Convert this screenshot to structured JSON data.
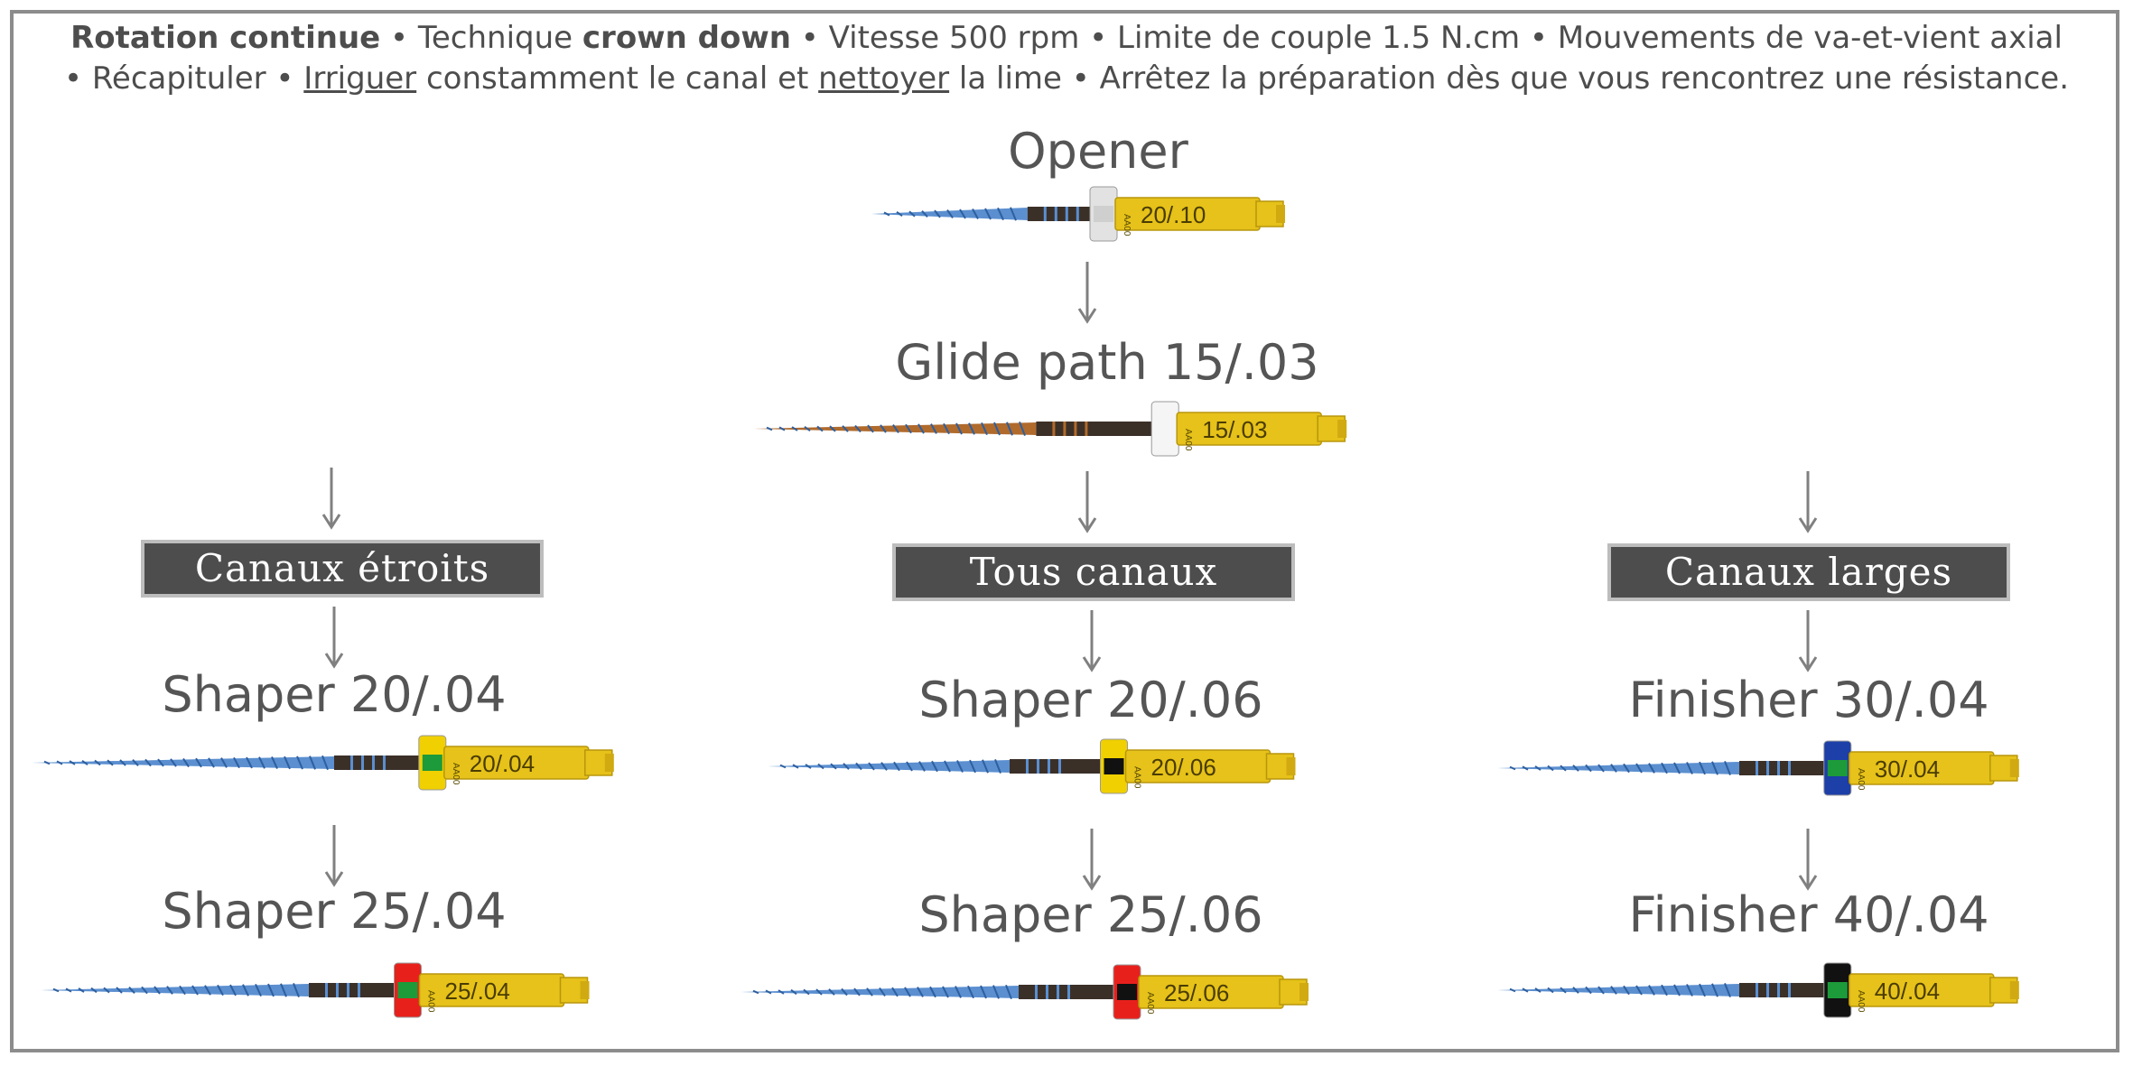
{
  "header": {
    "line1": [
      {
        "text": "Rotation continue",
        "bold": true
      },
      {
        "text": " • Technique "
      },
      {
        "text": "crown down",
        "bold": true
      },
      {
        "text": " • Vitesse 500 rpm • Limite de couple 1.5 N.cm • Mouvements de va-et-vient axial"
      }
    ],
    "line2": [
      {
        "text": "• Récapituler • "
      },
      {
        "text": "Irriguer",
        "underline": true
      },
      {
        "text": " constamment le canal et "
      },
      {
        "text": "nettoyer",
        "underline": true
      },
      {
        "text": " la lime • Arrêtez la préparation dès que vous rencontrez une résistance."
      }
    ]
  },
  "steps": {
    "opener": "Opener",
    "glide_path": "Glide path 15/.03",
    "shaper_20_04": "Shaper 20/.04",
    "shaper_25_04": "Shaper 25/.04",
    "shaper_20_06": "Shaper 20/.06",
    "shaper_25_06": "Shaper 25/.06",
    "finisher_30_04": "Finisher 30/.04",
    "finisher_40_04": "Finisher 40/.04"
  },
  "categories": {
    "narrow": "Canaux étroits",
    "all": "Tous canaux",
    "wide": "Canaux larges"
  },
  "files": [
    {
      "id": "opener",
      "handle_label": "20/.10",
      "brand": "AA00",
      "ring_color": "#e2e2e2",
      "ring_mark": "#cfcfcf",
      "blade_color": "#5b8fd0"
    },
    {
      "id": "glide",
      "handle_label": "15/.03",
      "brand": "AA00",
      "ring_color": "#f5f5f5",
      "ring_mark": "#f5f5f5",
      "blade_color": "#b06a2c"
    },
    {
      "id": "s2004",
      "handle_label": "20/.04",
      "brand": "AA00",
      "ring_color": "#f0d000",
      "ring_mark": "#1d9a3a",
      "blade_color": "#5b8fd0"
    },
    {
      "id": "s2504",
      "handle_label": "25/.04",
      "brand": "AA00",
      "ring_color": "#e8201c",
      "ring_mark": "#1d9a3a",
      "blade_color": "#5b8fd0"
    },
    {
      "id": "s2006",
      "handle_label": "20/.06",
      "brand": "AA00",
      "ring_color": "#f0d000",
      "ring_mark": "#111111",
      "blade_color": "#5b8fd0"
    },
    {
      "id": "s2506",
      "handle_label": "25/.06",
      "brand": "AA00",
      "ring_color": "#e8201c",
      "ring_mark": "#111111",
      "blade_color": "#5b8fd0"
    },
    {
      "id": "f3004",
      "handle_label": "30/.04",
      "brand": "AA00",
      "ring_color": "#1c3fa8",
      "ring_mark": "#1d9a3a",
      "blade_color": "#5b8fd0"
    },
    {
      "id": "f4004",
      "handle_label": "40/.04",
      "brand": "AA00",
      "ring_color": "#111111",
      "ring_mark": "#1d9a3a",
      "blade_color": "#5b8fd0"
    }
  ],
  "colors": {
    "handle_gold": "#e6c21a",
    "shank_dark": "#3b3028",
    "arrow_gray": "#808080",
    "category_bg": "#4d4d4d",
    "category_border": "#bdbdbd",
    "text_gray": "#555555"
  }
}
